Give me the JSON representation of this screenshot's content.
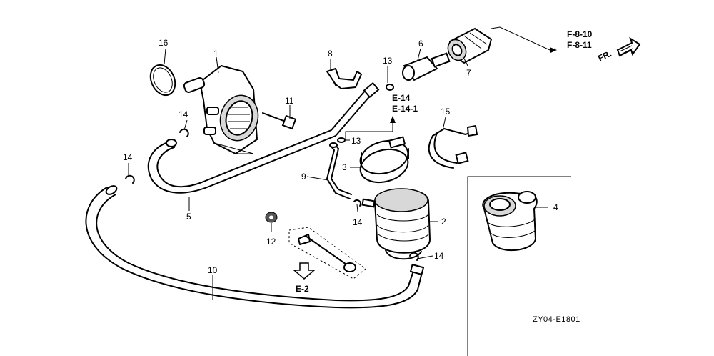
{
  "callouts": {
    "c1": "1",
    "c2": "2",
    "c3": "3",
    "c4": "4",
    "c5": "5",
    "c6": "6",
    "c7": "7",
    "c8": "8",
    "c9": "9",
    "c10": "10",
    "c11": "11",
    "c12": "12",
    "c13a": "13",
    "c13b": "13",
    "c14a": "14",
    "c14b": "14",
    "c14c": "14",
    "c14d": "14",
    "c15": "15",
    "c16": "16"
  },
  "references": {
    "f_a": "F-8-10",
    "f_b": "F-8-11",
    "e_a": "E-14",
    "e_b": "E-14-1",
    "e2": "E-2",
    "front": "FR."
  },
  "diagram_code": "ZY04-E1801"
}
